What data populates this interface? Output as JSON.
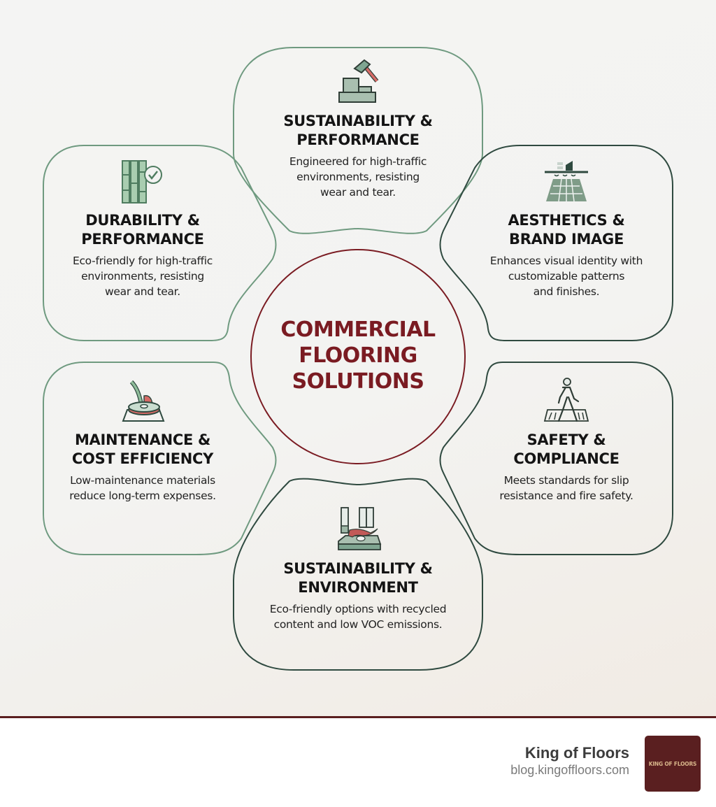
{
  "center": {
    "title": "COMMERCIAL\nFLOORING\nSOLUTIONS",
    "color": "#7a1b22"
  },
  "cards": [
    {
      "position": "top",
      "icon": "hammer-concrete-icon",
      "title": "SUSTAINABILITY &\nPERFORMANCE",
      "description": "Engineered for high-traffic\nenvironments, resisting\nwear and tear."
    },
    {
      "position": "upper-left",
      "icon": "bamboo-check-icon",
      "title": "DURABILITY &\nPERFORMANCE",
      "description": "Eco-friendly for high-traffic\nenvironments, resisting\nwear and tear."
    },
    {
      "position": "upper-right",
      "icon": "tile-floor-icon",
      "title": "AESTHETICS &\nBRAND IMAGE",
      "description": "Enhances visual identity with\ncustomizable patterns\nand finishes."
    },
    {
      "position": "lower-left",
      "icon": "floor-buffer-icon",
      "title": "MAINTENANCE &\nCOST EFFICIENCY",
      "description": "Low-maintenance materials\nreduce long-term expenses."
    },
    {
      "position": "lower-right",
      "icon": "pedestrian-crosswalk-icon",
      "title": "SAFETY &\nCOMPLIANCE",
      "description": "Meets standards for slip\nresistance and fire safety."
    },
    {
      "position": "bottom",
      "icon": "recycled-materials-icon",
      "title": "SUSTAINABILITY &\nENVIRONMENT",
      "description": "Eco-friendly options with recycled\ncontent and low VOC emissions."
    }
  ],
  "footer": {
    "brand_name": "King of Floors",
    "url": "blog.kingoffloors.com",
    "logo_text": "KING OF FLOORS",
    "accent_color": "#5a1e1e"
  },
  "colors": {
    "sage_border": "#6f9a80",
    "dark_green_border": "#2f4a40",
    "maroon": "#7a1b22"
  }
}
